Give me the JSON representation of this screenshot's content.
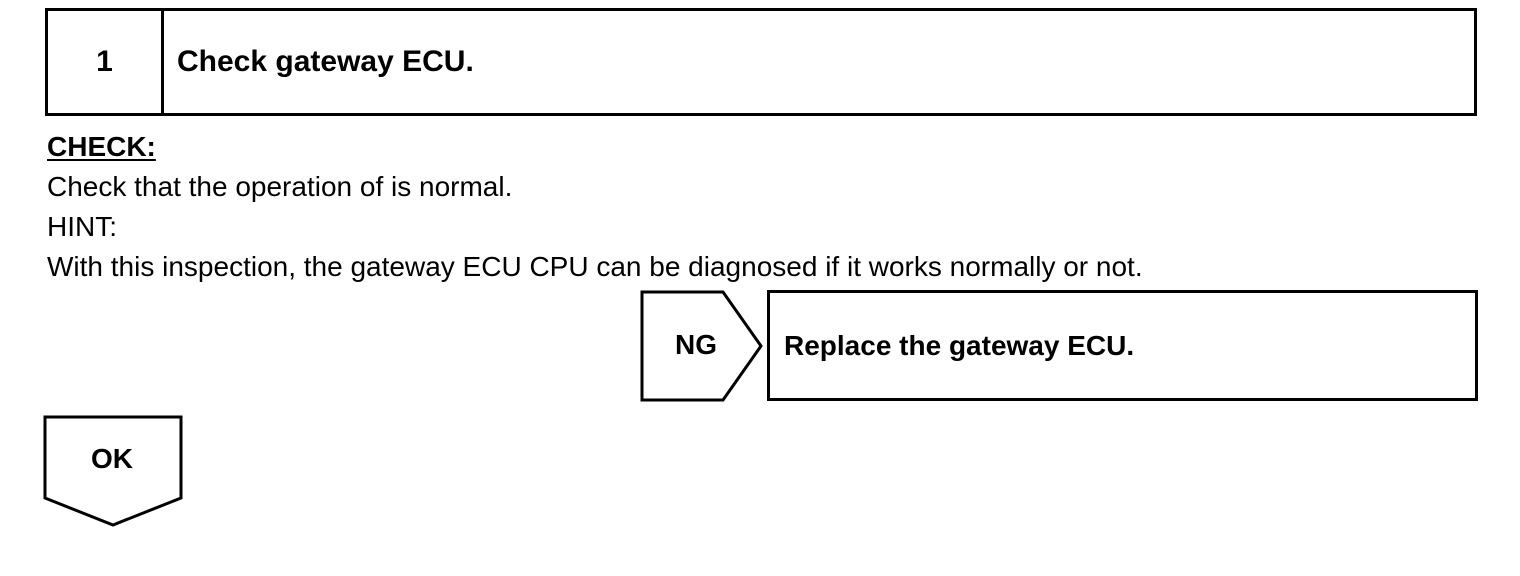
{
  "step": {
    "number": "1",
    "title": "Check gateway ECU."
  },
  "check": {
    "heading": "CHECK:",
    "instruction": "Check that the operation of is normal.",
    "hint_label": "HINT:",
    "hint_text": "With this inspection, the gateway ECU CPU can be diagnosed if it works normally or not."
  },
  "ng_branch": {
    "label": "NG",
    "action": "Replace the gateway ECU."
  },
  "ok_branch": {
    "label": "OK"
  }
}
